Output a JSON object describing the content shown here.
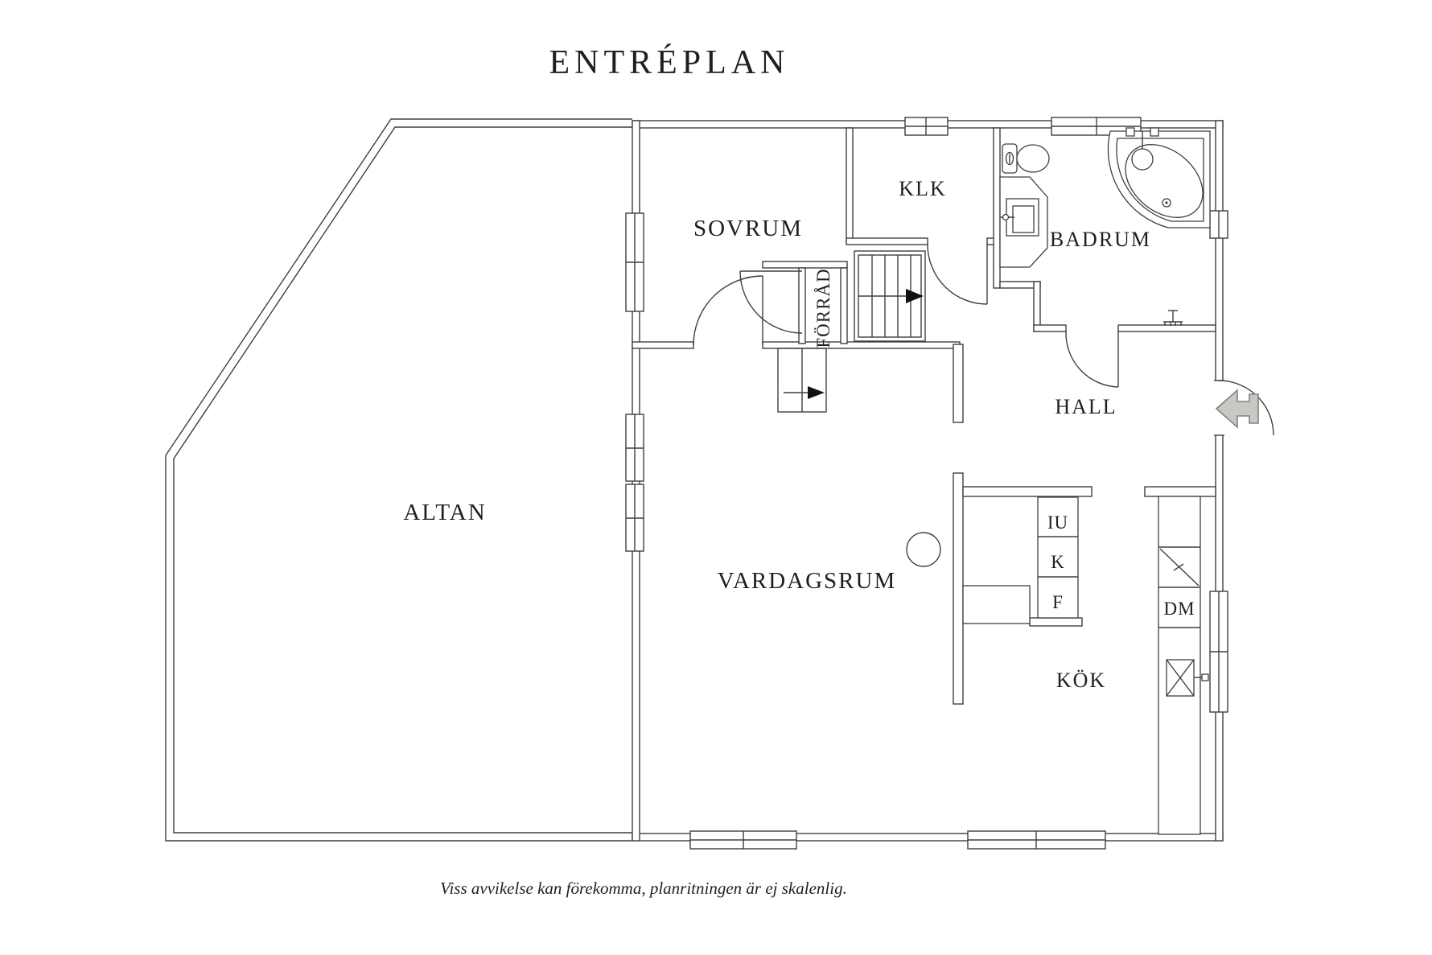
{
  "title": "ENTRÉPLAN",
  "caption": "Viss avvikelse kan förekomma, planritningen är ej skalenlig.",
  "rooms": {
    "sovrum": "SOVRUM",
    "klk": "KLK",
    "badrum": "BADRUM",
    "forrad": "FÖRRÅD",
    "hall": "HALL",
    "altan": "ALTAN",
    "vardagsrum": "VARDAGSRUM",
    "kok": "KÖK"
  },
  "appliances": {
    "iu": "IU",
    "k": "K",
    "f": "F",
    "dm": "DM"
  },
  "colors": {
    "line": "#3f3f3f",
    "text": "#1f1f1f",
    "stair_arrow": "#111111",
    "entry_arrow_fill": "#c9c9c3",
    "entry_arrow_stroke": "#82827c",
    "background": "#ffffff"
  }
}
